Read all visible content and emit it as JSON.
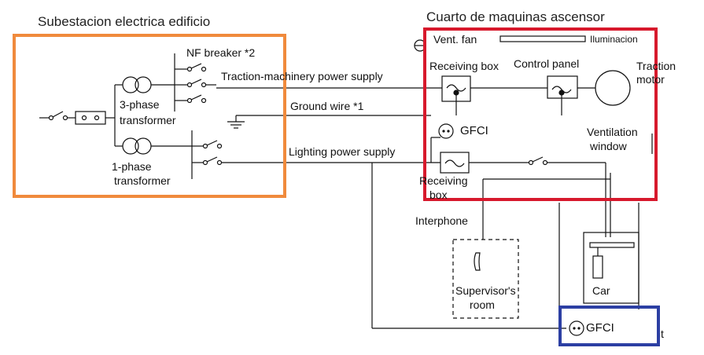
{
  "regions": {
    "substation_title": "Subestacion electrica edificio",
    "machine_room_title": "Cuarto de maquinas ascensor",
    "colors": {
      "orange": "#F08A3C",
      "red": "#D7192C",
      "blue": "#2C3FA3",
      "wire": "#111111"
    }
  },
  "labels": {
    "nf_breaker": "NF breaker *2",
    "traction_supply": "Traction-machinery power supply",
    "ground_wire": "Ground wire *1",
    "lighting_supply": "Lighting power supply",
    "three_phase_1": "3-phase",
    "three_phase_2": "transformer",
    "one_phase_1": "1-phase",
    "one_phase_2": "transformer",
    "vent_fan": "Vent. fan",
    "iluminacion": "Iluminacion",
    "receiving_box_top": "Receiving box",
    "control_panel": "Control panel",
    "traction_1": "Traction",
    "traction_2": "motor",
    "gfci_top": "GFCI",
    "ventilation_1": "Ventilation",
    "ventilation_2": "window",
    "receiving_1": "Receiving",
    "receiving_2": "box",
    "interphone": "Interphone",
    "supervisor_1": "Supervisor's",
    "supervisor_2": "room",
    "car": "Car",
    "gfci_bottom": "GFCI",
    "edge_t": "t"
  }
}
